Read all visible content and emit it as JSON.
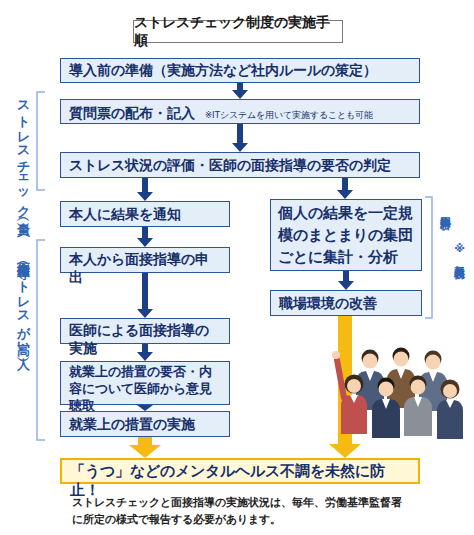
{
  "diagram": {
    "title": "ストレスチェック制度の実施手順",
    "caption": "ストレスチェックと面接指導の実施状況は、毎年、労働基準監督署に所定の様式で報告する必要があります。",
    "nodes": [
      {
        "text": [
          "導入前の準備（実施方法など社内ルールの策定）"
        ]
      },
      {
        "text": [
          "質問票の配布・記入",
          "※ITシステムを用いて実施することも可能"
        ]
      },
      {
        "text": [
          "ストレス状況の評価・医師の面接指導の要否の判定"
        ]
      },
      {
        "text": [
          "本人に結果を通知"
        ]
      },
      {
        "text": [
          "個人の結果を一定規模のまとまりの集団ごとに集計・分析"
        ]
      },
      {
        "text": [
          "本人から面接指導の申出"
        ]
      },
      {
        "text": [
          "医師による面接指導の実施"
        ]
      },
      {
        "text": [
          "就業上の措置の要否・内容について医師から意見聴取"
        ]
      },
      {
        "text": [
          "就業上の措置の実施"
        ]
      },
      {
        "text": [
          "職場環境の改善"
        ]
      },
      {
        "text": [
          "「うつ」などのメンタルヘルス不調を未然に防止！"
        ]
      }
    ],
    "edges": [
      {
        "from": 0,
        "to": 1,
        "arrow": "to"
      },
      {
        "from": 1,
        "to": 2,
        "arrow": "to"
      },
      {
        "from": 2,
        "to": 3,
        "arrow": "to"
      },
      {
        "from": 2,
        "to": 4,
        "arrow": "to"
      },
      {
        "from": 3,
        "to": 5,
        "arrow": "to"
      },
      {
        "from": 5,
        "to": 6,
        "arrow": "to"
      },
      {
        "from": 6,
        "to": 7,
        "arrow": "to"
      },
      {
        "from": 7,
        "to": 8,
        "arrow": "to"
      },
      {
        "from": 4,
        "to": 9,
        "arrow": "to"
      },
      {
        "from": 8,
        "to": 10,
        "arrow": "to"
      },
      {
        "from": 9,
        "to": 10,
        "arrow": "to"
      }
    ],
    "labels": [
      "ストレスチェック（全員）",
      "面接指導（ストレスが高い人）",
      "集団分析",
      "※努力義務"
    ]
  }
}
